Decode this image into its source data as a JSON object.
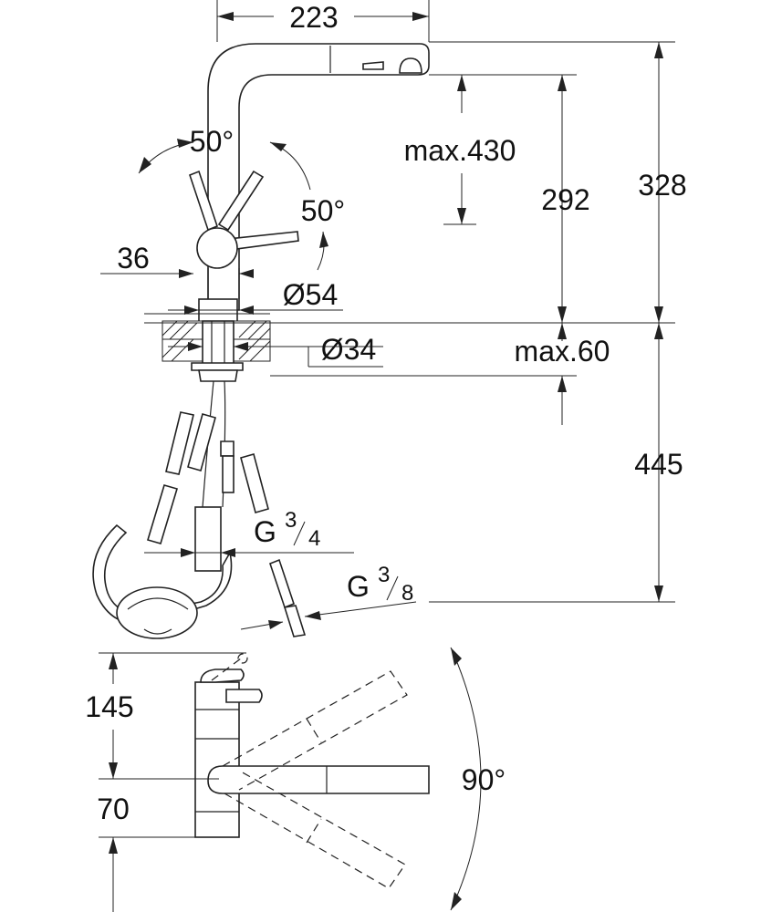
{
  "dimensions": {
    "width_top": "223",
    "angle_left": "50°",
    "angle_right": "50°",
    "max_430": "max.430",
    "h_292": "292",
    "h_328": "328",
    "d_36": "36",
    "dia_54": "Ø54",
    "dia_34": "Ø34",
    "max_60": "max.60",
    "h_445": "445",
    "thread_g34_main": "G",
    "thread_g34_frac_top": "3",
    "thread_g34_frac_bottom": "4",
    "thread_g38_main": "G",
    "thread_g38_frac_top": "3",
    "thread_g38_frac_bottom": "8",
    "d_145": "145",
    "d_70": "70",
    "angle_90": "90°"
  }
}
